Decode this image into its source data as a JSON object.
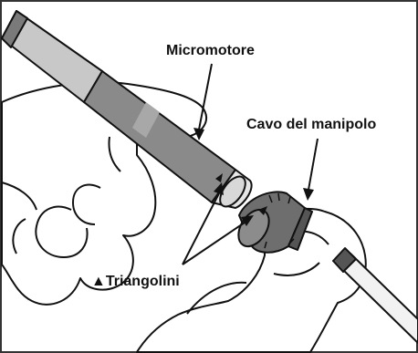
{
  "labels": {
    "micromotor": "Micromotore",
    "handpiece_cable": "Cavo del manipolo",
    "triangles": "▲Triangolini"
  },
  "colors": {
    "outline": "#111111",
    "border": "#333333",
    "skin": "#ffffff",
    "motor_light": "#c8c8c8",
    "motor_dark": "#7a7a7a",
    "coupling": "#6e6e6e",
    "cable_tube": "#f2f2f2"
  }
}
